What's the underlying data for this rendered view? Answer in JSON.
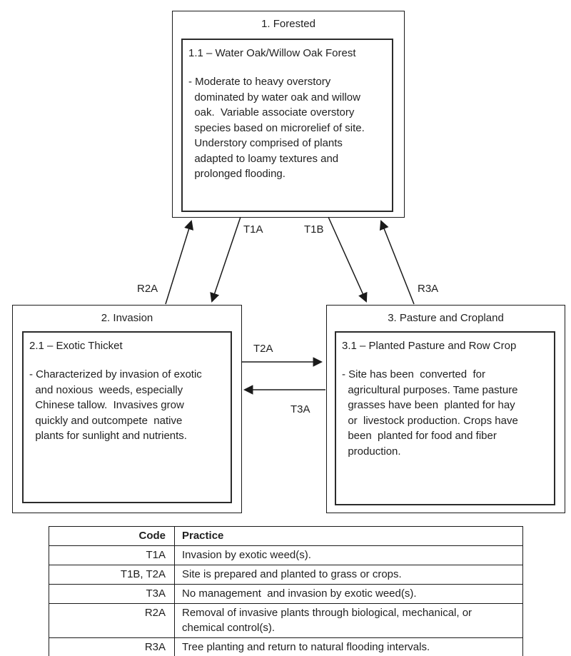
{
  "diagram": {
    "states": [
      {
        "title": "1. Forested",
        "community_title": "1.1 – Water Oak/Willow Oak Forest",
        "community_description": "- Moderate to heavy overstory\n  dominated by water oak and willow\n  oak.  Variable associate overstory\n  species based on microrelief of site.\n  Understory comprised of plants\n  adapted to loamy textures and\n  prolonged flooding."
      },
      {
        "title": "2. Invasion",
        "community_title": "2.1 – Exotic Thicket",
        "community_description": "- Characterized by invasion of exotic\n  and noxious  weeds, especially\n  Chinese tallow.  Invasives grow\n  quickly and outcompete  native\n  plants for sunlight and nutrients."
      },
      {
        "title": "3. Pasture and Cropland",
        "community_title": "3.1 – Planted Pasture and Row Crop",
        "community_description": "- Site has been  converted  for\n  agricultural purposes. Tame pasture\n  grasses have been  planted for hay\n  or  livestock production. Crops have\n  been  planted for food and fiber\n  production."
      }
    ],
    "transitions": {
      "t1a": {
        "label": "T1A"
      },
      "t1b": {
        "label": "T1B"
      },
      "t2a": {
        "label": "T2A"
      },
      "t3a": {
        "label": "T3A"
      },
      "r2a": {
        "label": "R2A"
      },
      "r3a": {
        "label": "R3A"
      }
    },
    "line_color": "#1a1a1a"
  },
  "table": {
    "headers": [
      "Code",
      "Practice"
    ],
    "rows": [
      {
        "code": "T1A",
        "practice": "Invasion by exotic weed(s)."
      },
      {
        "code": "T1B, T2A",
        "practice": "Site is prepared and planted to grass or crops."
      },
      {
        "code": "T3A",
        "practice": "No management  and invasion by exotic weed(s)."
      },
      {
        "code": "R2A",
        "practice": "Removal of invasive plants through biological, mechanical, or\nchemical control(s)."
      },
      {
        "code": "R3A",
        "practice": "Tree planting and return to natural flooding intervals."
      }
    ]
  }
}
